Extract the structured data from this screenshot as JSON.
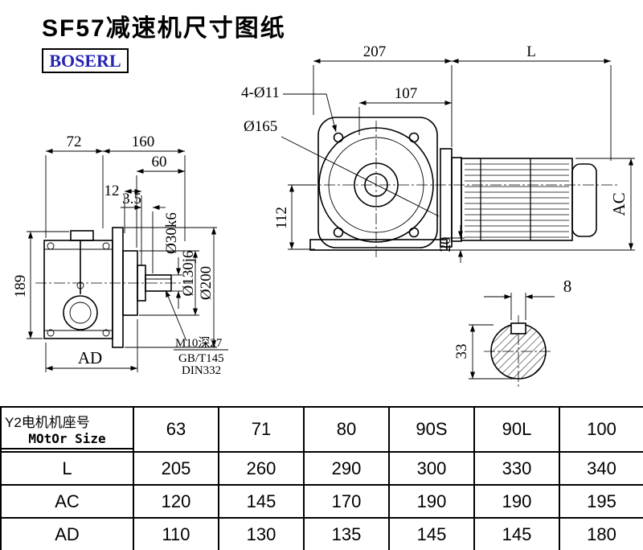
{
  "page": {
    "title": "SF57减速机尺寸图纸",
    "logo": "BOSERL"
  },
  "drawing": {
    "side_view": {
      "dims": {
        "d72": "72",
        "d160": "160",
        "d60": "60",
        "d12": "12",
        "d3_5": "3.5",
        "d189": "189",
        "dAD": "AD",
        "d30": "Ø30k6",
        "d130": "Ø130j6",
        "d200": "Ø200"
      },
      "note": {
        "line1": "M10深27",
        "line2": "GB/T145",
        "line3": "DIN332"
      }
    },
    "front_view": {
      "dims": {
        "d207": "207",
        "dL": "L",
        "d107": "107",
        "d4o11": "4-Ø11",
        "d165": "Ø165",
        "d112": "112",
        "d20": "20",
        "dAC": "AC"
      }
    },
    "shaft_section": {
      "dims": {
        "d8": "8",
        "d33": "33"
      }
    }
  },
  "table": {
    "header": {
      "row_label_cn": "Y2电机机座号",
      "row_label_en": "MOtOr Size",
      "sizes": [
        "63",
        "71",
        "80",
        "90S",
        "90L",
        "100"
      ]
    },
    "rows": [
      {
        "label": "L",
        "values": [
          "205",
          "260",
          "290",
          "300",
          "330",
          "340"
        ]
      },
      {
        "label": "AC",
        "values": [
          "120",
          "145",
          "170",
          "190",
          "190",
          "195"
        ]
      },
      {
        "label": "AD",
        "values": [
          "110",
          "130",
          "135",
          "145",
          "145",
          "180"
        ]
      }
    ]
  }
}
